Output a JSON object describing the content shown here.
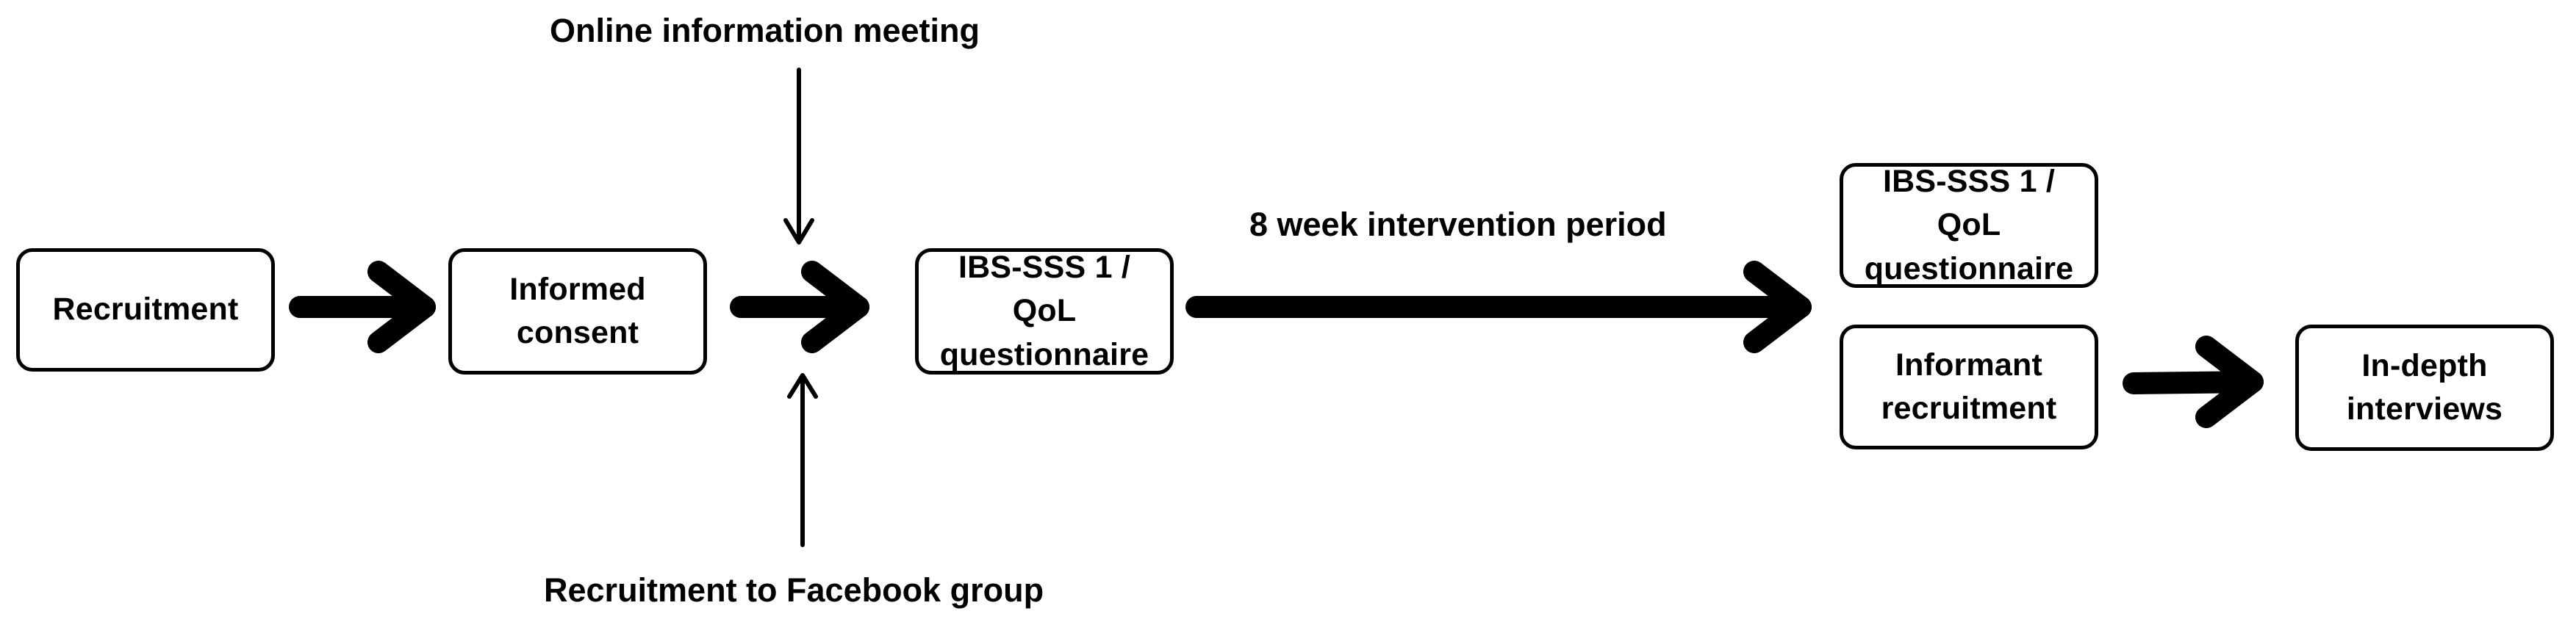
{
  "nodes": {
    "recruitment": "Recruitment",
    "informed_consent": "Informed consent",
    "questionnaire_1": "IBS-SSS 1 / QoL questionnaire",
    "questionnaire_2": "IBS-SSS 1 / QoL questionnaire",
    "informant_recruitment": "Informant recruitment",
    "in_depth_interviews": "In-depth interviews"
  },
  "labels": {
    "online_meeting": "Online information meeting",
    "facebook_group": "Recruitment to Facebook group",
    "intervention_period": "8 week intervention period"
  }
}
